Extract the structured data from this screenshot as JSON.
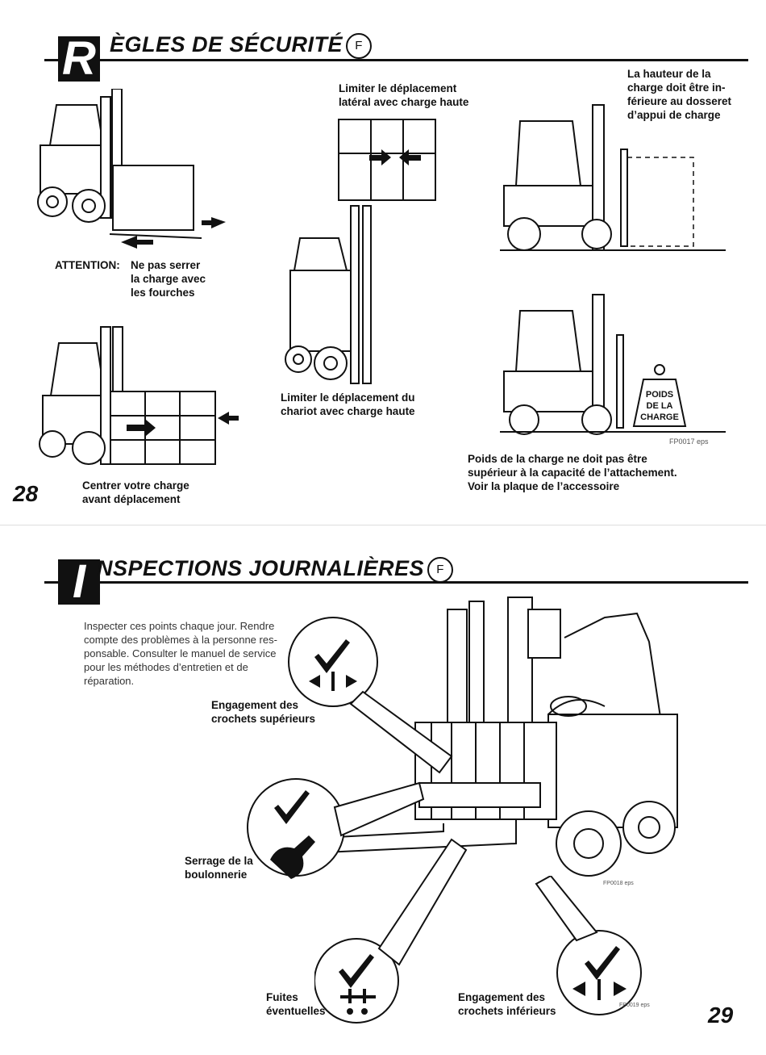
{
  "top": {
    "header": {
      "letter": "R",
      "title": "ÈGLES DE SÉCURITÉ",
      "badge": "F"
    },
    "captions": {
      "attention_label": "ATTENTION:",
      "attention_text": [
        "Ne pas serrer",
        "la charge avec",
        "les fourches"
      ],
      "lateral": [
        "Limiter le déplacement",
        "latéral avec charge haute"
      ],
      "height": [
        "La hauteur de la",
        "charge doit être in-",
        "férieure au dosseret",
        "d’appui de charge"
      ],
      "travel": [
        "Limiter le déplacement du",
        "chariot avec charge haute"
      ],
      "center": [
        "Centrer votre charge",
        "avant déplacement"
      ],
      "weight": [
        "Poids de la charge ne doit pas être",
        "supérieur à la capacité de l’attachement.",
        "Voir la plaque de l’accessoire"
      ]
    },
    "weight_block": [
      "POIDS",
      "DE LA",
      "CHARGE"
    ],
    "file_code": "FP0017 eps",
    "page_number": "28"
  },
  "bottom": {
    "header": {
      "letter": "I",
      "title": "NSPECTIONS JOURNALIÈRES",
      "badge": "F"
    },
    "intro": [
      "Inspecter ces points chaque jour. Rendre",
      "compte des problèmes à la personne res-",
      "ponsable. Consulter le manuel de service",
      "pour les méthodes d’entretien et de",
      "réparation."
    ],
    "labels": {
      "upper_hooks": [
        "Engagement des",
        "crochets supérieurs"
      ],
      "bolts": [
        "Serrage de la",
        "boulonnerie"
      ],
      "leaks": [
        "Fuites",
        "éventuelles"
      ],
      "lower_hooks": [
        "Engagement des",
        "crochets inférieurs"
      ]
    },
    "file_code_1": "FP0018 eps",
    "file_code_2": "FP0019 eps",
    "page_number": "29"
  }
}
